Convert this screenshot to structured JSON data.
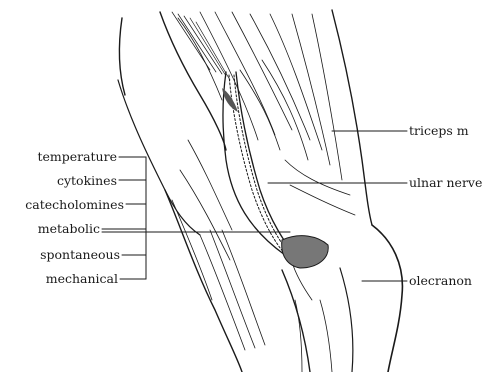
{
  "left_labels": [
    {
      "text": "temperature"
    },
    {
      "text": "cytokines"
    },
    {
      "text": "catecholomines"
    },
    {
      "text": "metabolic"
    },
    {
      "text": "spontaneous"
    },
    {
      "text": "mechanical"
    }
  ],
  "right_labels": [
    {
      "text": "triceps m"
    },
    {
      "text": "ulnar nerve"
    },
    {
      "text": "olecranon"
    }
  ],
  "colors": {
    "ink": "#1a1a1a",
    "paper": "#ffffff"
  }
}
